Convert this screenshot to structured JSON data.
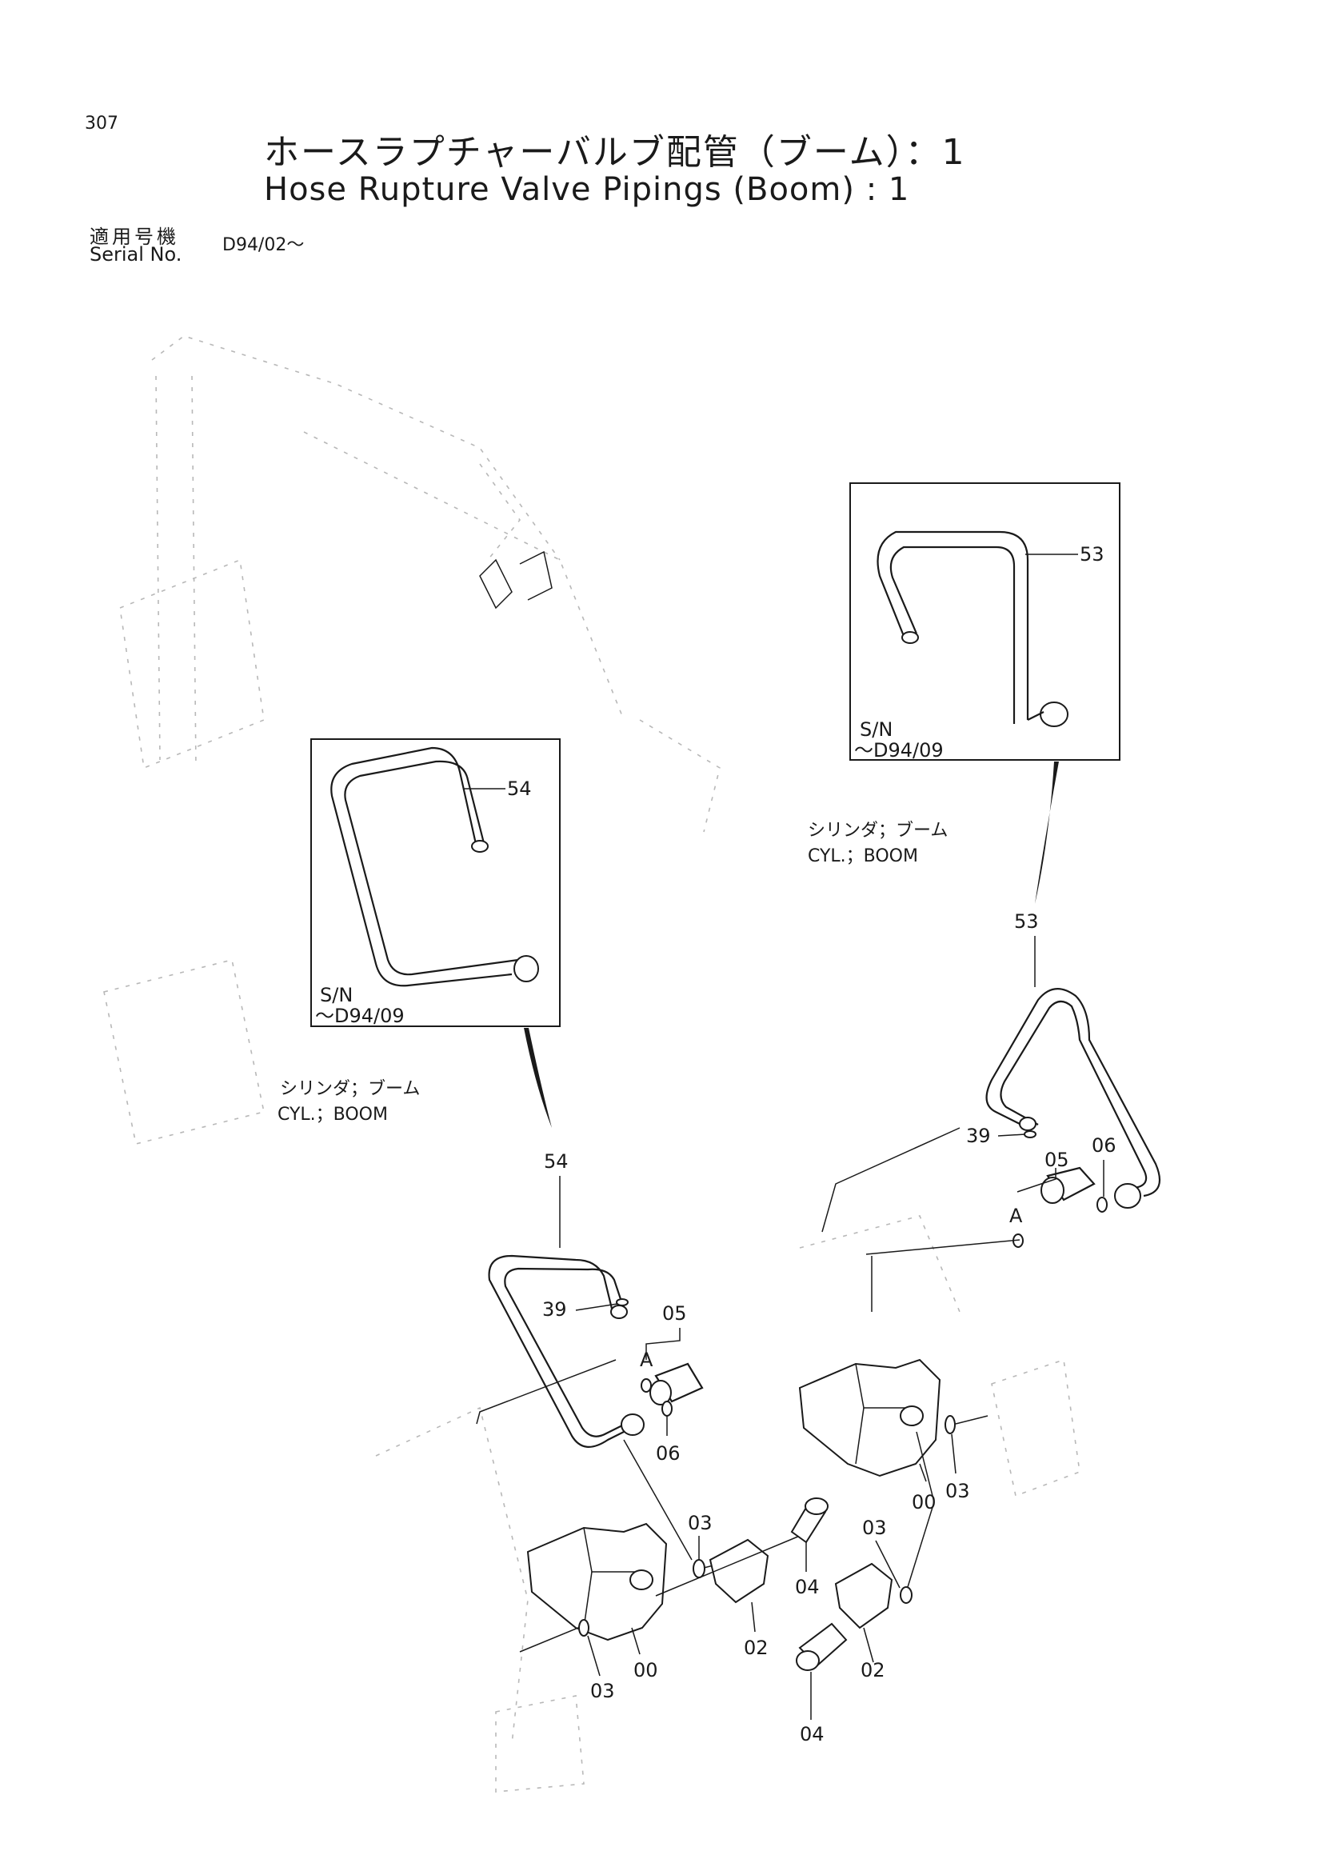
{
  "header": {
    "page_number": "307",
    "title_jp": "ホースラプチャーバルブ配管（ブーム）：1",
    "title_en": "Hose Rupture Valve Pipings (Boom) : 1",
    "serial_label_jp": "適用号機",
    "serial_label_en": "Serial No.",
    "serial_value": "D94/02～"
  },
  "insets": {
    "right": {
      "part": "53",
      "sn_label": "S/N",
      "sn_range": "～D94/09"
    },
    "left": {
      "part": "54",
      "sn_label": "S/N",
      "sn_range": "～D94/09"
    }
  },
  "cylinder_labels": {
    "right": {
      "jp": "シリンダ；ブーム",
      "en": "CYL.；BOOM"
    },
    "left": {
      "jp": "シリンダ；ブーム",
      "en": "CYL.；BOOM"
    }
  },
  "callouts": {
    "right_assembly": {
      "p53": "53",
      "p39": "39",
      "p05": "05",
      "p06": "06",
      "pA": "A",
      "p00": "00",
      "p03a": "03",
      "p03b": "03",
      "p02": "02",
      "p04": "04"
    },
    "left_assembly": {
      "p54": "54",
      "p39": "39",
      "p05": "05",
      "pA": "A",
      "p06": "06",
      "p03a": "03",
      "p04": "04",
      "p02": "02",
      "p00": "00",
      "p03b": "03"
    }
  }
}
